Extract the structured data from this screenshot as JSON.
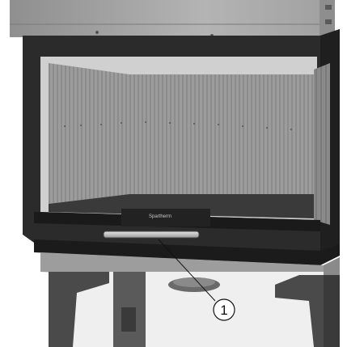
{
  "callouts": [
    {
      "label": "1",
      "target": "door-handle"
    }
  ],
  "door_logo": "Spartherm",
  "colors": {
    "hood": "#a9a9a9",
    "frame": "#2b2b2b",
    "firebox_wall": "#9a9a9a",
    "base": "#9d9d9d",
    "legs": "#4a4a4a",
    "handle": "#c9c9c9"
  }
}
